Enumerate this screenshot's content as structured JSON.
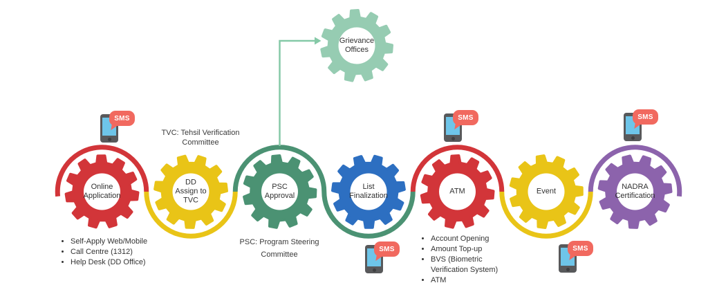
{
  "sms_label": "SMS",
  "stages": [
    {
      "id": "online-application",
      "label": "Online\nApplication",
      "color": "#d23539"
    },
    {
      "id": "dd-assign-to-tvc",
      "label": "DD\nAssign to\nTVC",
      "color": "#e9c417"
    },
    {
      "id": "psc-approval",
      "label": "PSC\nApproval",
      "color": "#4b9273"
    },
    {
      "id": "list-finalization",
      "label": "List\nFinalization",
      "color": "#2d6fc1"
    },
    {
      "id": "atm",
      "label": "ATM",
      "color": "#d23539"
    },
    {
      "id": "event",
      "label": "Event",
      "color": "#e9c417"
    },
    {
      "id": "nadra-certification",
      "label": "NADRA\nCertification",
      "color": "#8c63ac"
    }
  ],
  "arc_colors": [
    "#d23539",
    "#e9c417",
    "#4b9273",
    "#4b9273",
    "#d23539",
    "#e9c417",
    "#8c63ac"
  ],
  "grievance": {
    "id": "grievance-offices",
    "label": "Grievance\nOffices",
    "color": "#96ccb2"
  },
  "arrow_color": "#85c9a7",
  "annotations": {
    "tvc_note": "TVC: Tehsil Verification\nCommittee",
    "psc_note": "PSC: Program Steering\nCommittee",
    "online_bullets": [
      "Self-Apply Web/Mobile",
      "Call Centre (1312)",
      "Help Desk (DD Office)"
    ],
    "atm_bullets": [
      "Account Opening",
      "Amount Top-up",
      "BVS (Biometric Verification System)",
      "ATM"
    ]
  },
  "phone": {
    "frame": "#58595b",
    "screen": "#6ec5e9",
    "bubble": "#f1695f"
  }
}
